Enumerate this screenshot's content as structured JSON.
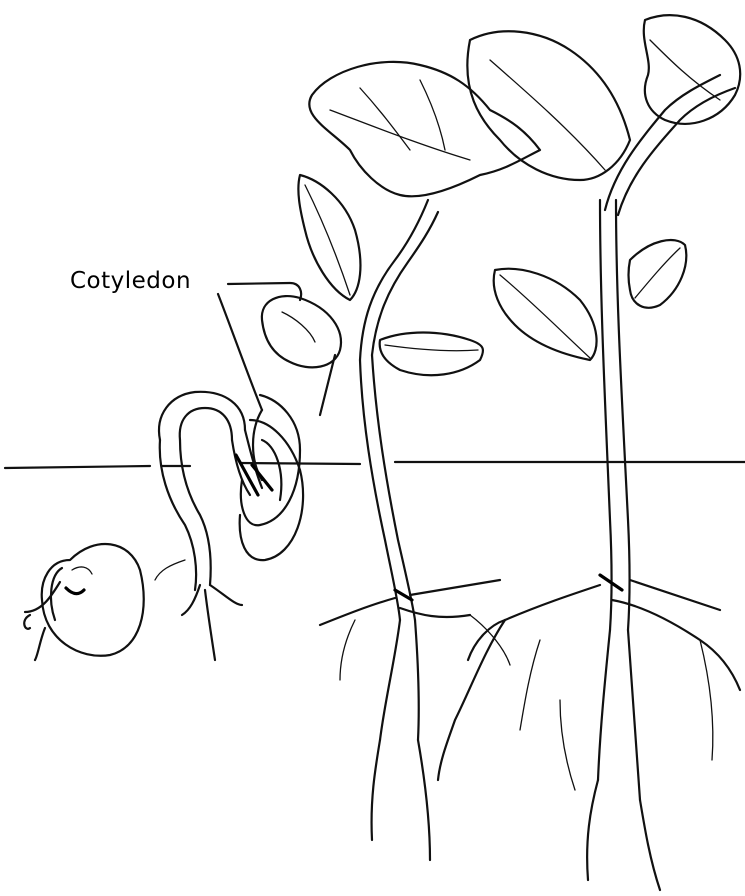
{
  "diagram": {
    "labels": {
      "cotyledon": "Cotyledon"
    },
    "stages": [
      "germinating-seed",
      "hook-seedling",
      "cotyledon-seedling",
      "young-plant-1",
      "young-plant-2"
    ],
    "colors": {
      "ink": "#000000",
      "background": "#ffffff"
    }
  }
}
